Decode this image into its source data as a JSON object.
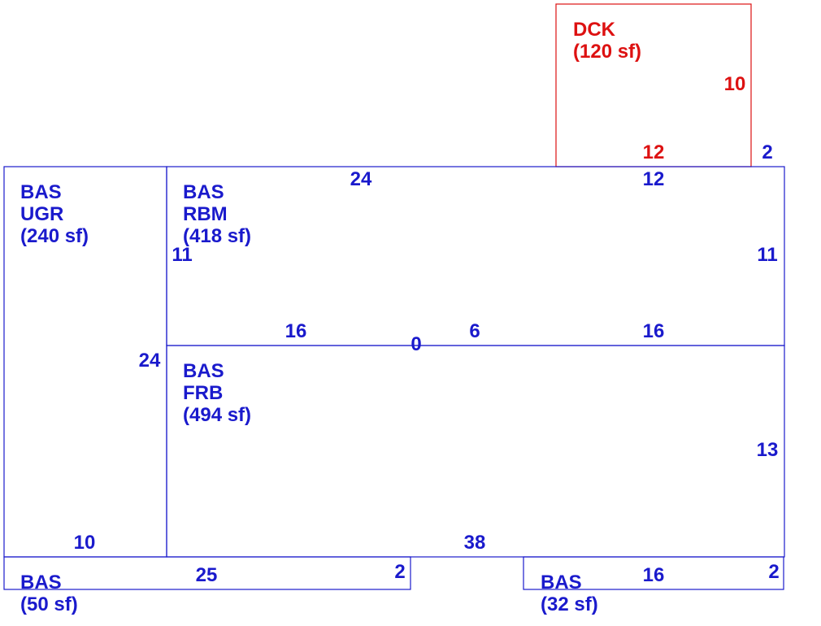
{
  "colors": {
    "building": "#1a1acc",
    "deck": "#dd1111",
    "background": "#ffffff"
  },
  "areas": {
    "dck": {
      "code": "DCK",
      "sub": "",
      "area": "(120 sf)"
    },
    "ugr": {
      "code": "BAS",
      "sub": "UGR",
      "area": "(240 sf)"
    },
    "rbm": {
      "code": "BAS",
      "sub": "RBM",
      "area": "(418 sf)"
    },
    "frb": {
      "code": "BAS",
      "sub": "FRB",
      "area": "(494 sf)"
    },
    "bas50": {
      "code": "BAS",
      "sub": "",
      "area": "(50 sf)"
    },
    "bas32": {
      "code": "BAS",
      "sub": "",
      "area": "(32 sf)"
    }
  },
  "dimensions": {
    "dck_side": "10",
    "dck_bottom": "12",
    "dck_offset": "2",
    "rbm_top_left": "24",
    "rbm_top_right": "12",
    "rbm_left": "11",
    "rbm_right": "11",
    "rbm_bottom_a": "16",
    "rbm_bottom_zero": "0",
    "rbm_bottom_b": "6",
    "rbm_bottom_c": "16",
    "ugr_side": "24",
    "ugr_bottom": "10",
    "frb_right": "13",
    "frb_bottom": "38",
    "bas50_top": "25",
    "bas50_side": "2",
    "bas32_top": "16",
    "bas32_side": "2"
  }
}
